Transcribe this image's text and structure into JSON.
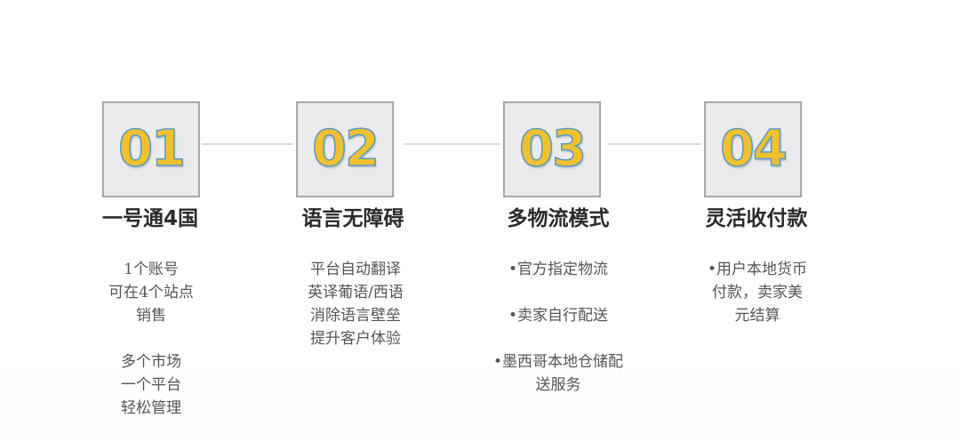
{
  "steps": [
    {
      "number": "01",
      "title": "一号通4国",
      "description": [
        "1个账号",
        "可在4个站点",
        "销售",
        "",
        "多个市场",
        "一个平台",
        "轻松管理"
      ]
    },
    {
      "number": "02",
      "title": "语言无障碍",
      "description": [
        "平台自动翻译",
        "英译葡语/西语",
        "消除语言壁垒",
        "提升客户体验"
      ]
    },
    {
      "number": "03",
      "title": "多物流模式",
      "description": [
        "•官方指定物流",
        "",
        "•卖家自行配送",
        "",
        "•墨西哥本地仓储配",
        "送服务"
      ]
    },
    {
      "number": "04",
      "title": "灵活收付款",
      "description": [
        "•用户本地货币",
        "付款，卖家美",
        "元结算"
      ]
    }
  ],
  "colors": {
    "number_fill": "#f0c030",
    "number_outline": "#5a9ac0",
    "box_background": "#ebebed",
    "box_border": "#a9a9a9",
    "connector": "#cfdcea",
    "title_text": "#2b2b2b",
    "body_text": "#555555"
  }
}
